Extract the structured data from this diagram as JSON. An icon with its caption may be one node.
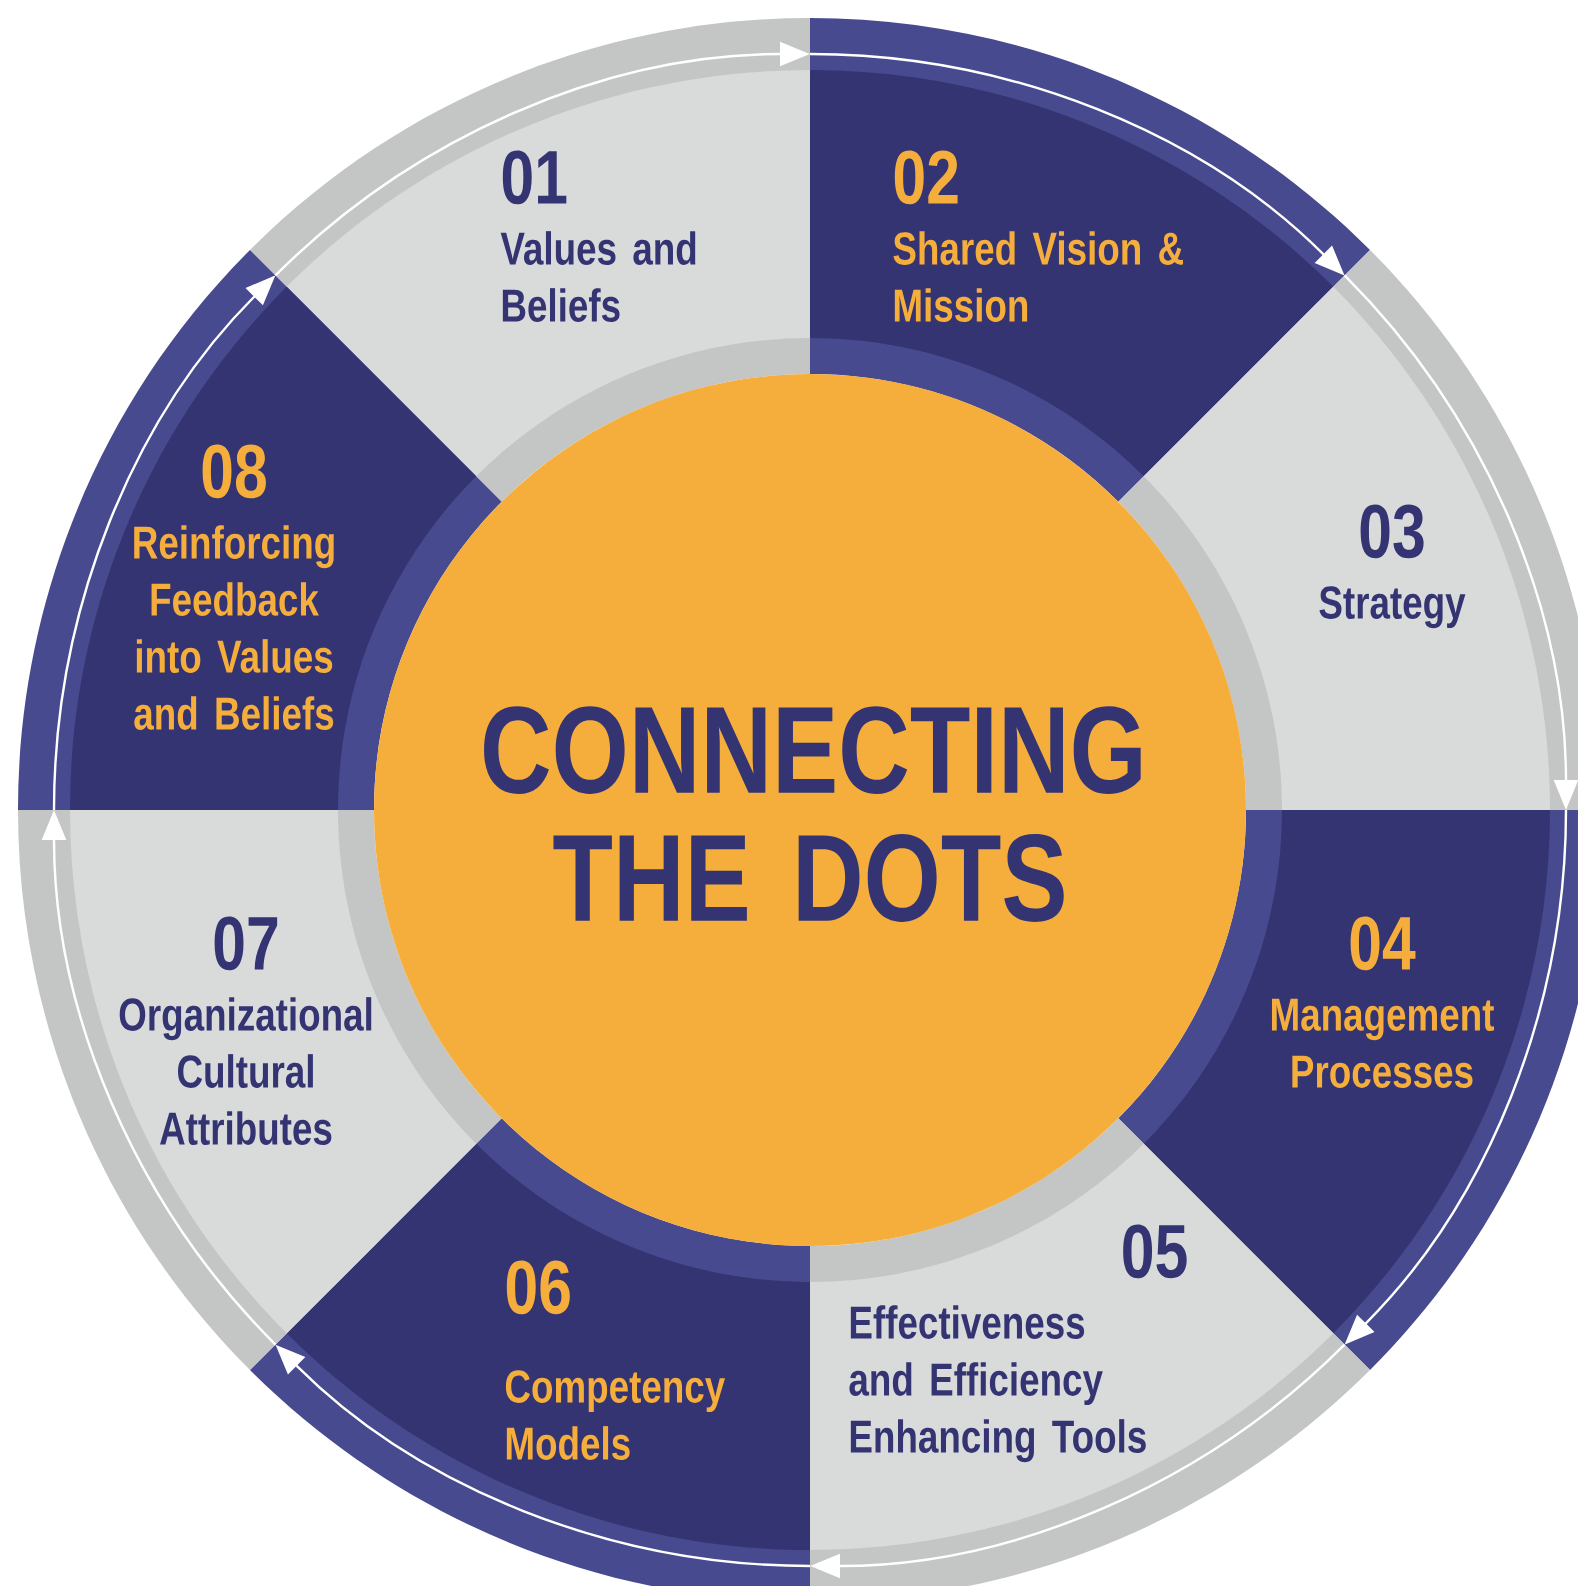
{
  "diagram": {
    "nodes": [
      {
        "text": [
          "01",
          "Values and Beliefs"
        ]
      },
      {
        "text": [
          "02",
          "Shared Vision & Mission"
        ]
      },
      {
        "text": [
          "03",
          "Strategy"
        ]
      },
      {
        "text": [
          "04",
          "Management Processes"
        ]
      },
      {
        "text": [
          "05",
          "Effectiveness and Efficiency Enhancing Tools"
        ]
      },
      {
        "text": [
          "06",
          "Competency Models"
        ]
      },
      {
        "text": [
          "07",
          "Organizational Cultural Attributes"
        ]
      },
      {
        "text": [
          "08",
          "Reinforcing Feedback into Values and Beliefs"
        ]
      },
      {
        "text": [
          "CONNECTING THE DOTS"
        ]
      }
    ],
    "edges": [
      {
        "from": 0,
        "to": 1,
        "arrow": "to"
      },
      {
        "from": 1,
        "to": 2,
        "arrow": "to"
      },
      {
        "from": 2,
        "to": 3,
        "arrow": "to"
      },
      {
        "from": 3,
        "to": 4,
        "arrow": "to"
      },
      {
        "from": 4,
        "to": 5,
        "arrow": "to"
      },
      {
        "from": 5,
        "to": 6,
        "arrow": "to"
      },
      {
        "from": 6,
        "to": 7,
        "arrow": "to"
      },
      {
        "from": 7,
        "to": 0,
        "arrow": "to"
      }
    ]
  }
}
